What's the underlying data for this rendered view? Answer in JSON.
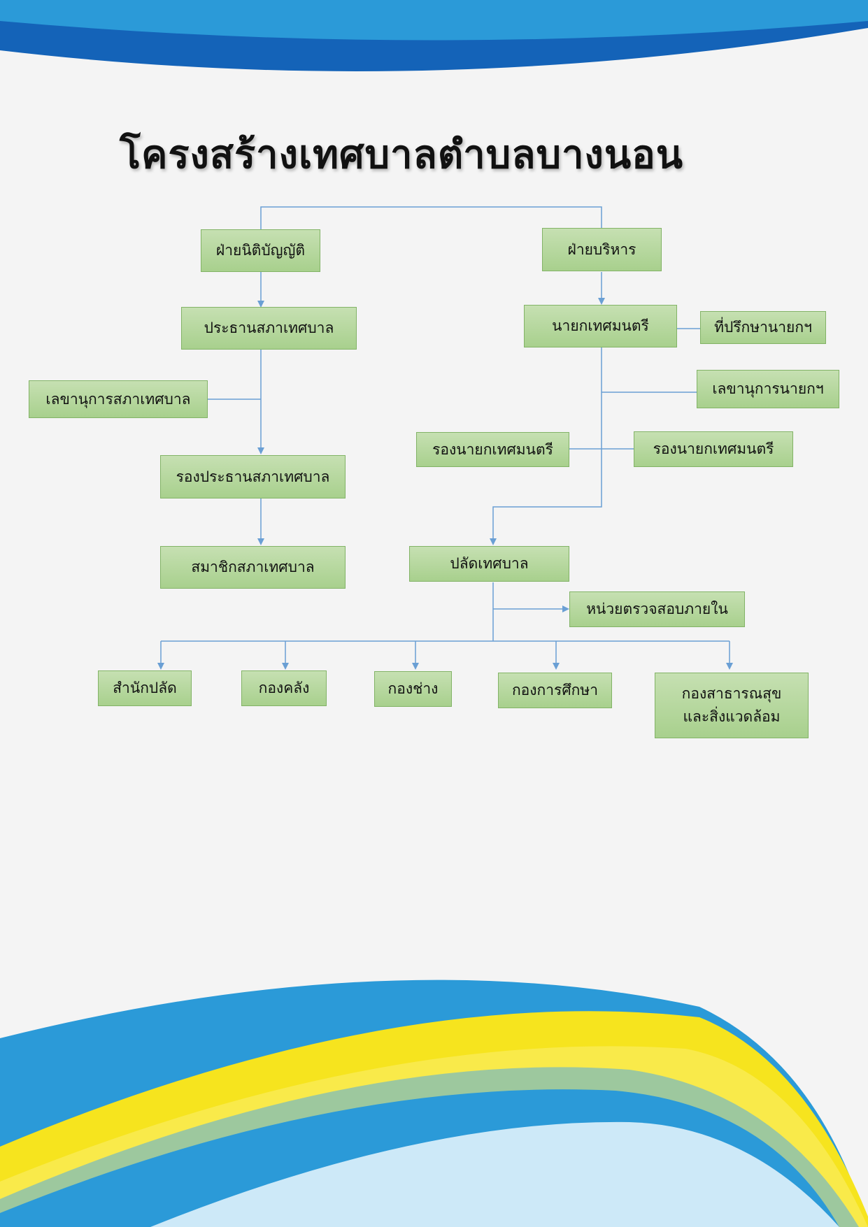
{
  "title": "โครงสร้างเทศบาลตำบลบางนอน",
  "legislative": {
    "branch": "ฝ่ายนิติบัญญัติ",
    "council_chair": "ประธานสภาเทศบาล",
    "council_secretary": "เลขานุการสภาเทศบาล",
    "council_vice_chair": "รองประธานสภาเทศบาล",
    "council_members": "สมาชิกสภาเทศบาล"
  },
  "executive": {
    "branch": "ฝ่ายบริหาร",
    "mayor": "นายกเทศมนตรี",
    "mayor_advisor": "ที่ปรึกษานายกฯ",
    "mayor_secretary": "เลขานุการนายกฯ",
    "deputy_mayor_left": "รองนายกเทศมนตรี",
    "deputy_mayor_right": "รองนายกเทศมนตรี",
    "municipal_clerk": "ปลัดเทศบาล",
    "internal_audit": "หน่วยตรวจสอบภายใน"
  },
  "divisions": [
    {
      "lines": [
        "สำนักปลัด"
      ]
    },
    {
      "lines": [
        "กองคลัง"
      ]
    },
    {
      "lines": [
        "กองช่าง"
      ]
    },
    {
      "lines": [
        "กองการศึกษา"
      ]
    },
    {
      "lines": [
        "กองสาธารณสุข",
        "และสิ่งแวดล้อม"
      ]
    }
  ],
  "colors": {
    "box_fill": "#a8d08d",
    "box_border": "#82b366",
    "connector": "#6a9fd4",
    "wave_blue": "#2b9ad8",
    "wave_dark_blue": "#1463b8",
    "wave_yellow": "#f6e41e",
    "wave_light_blue": "#cde9f8"
  }
}
